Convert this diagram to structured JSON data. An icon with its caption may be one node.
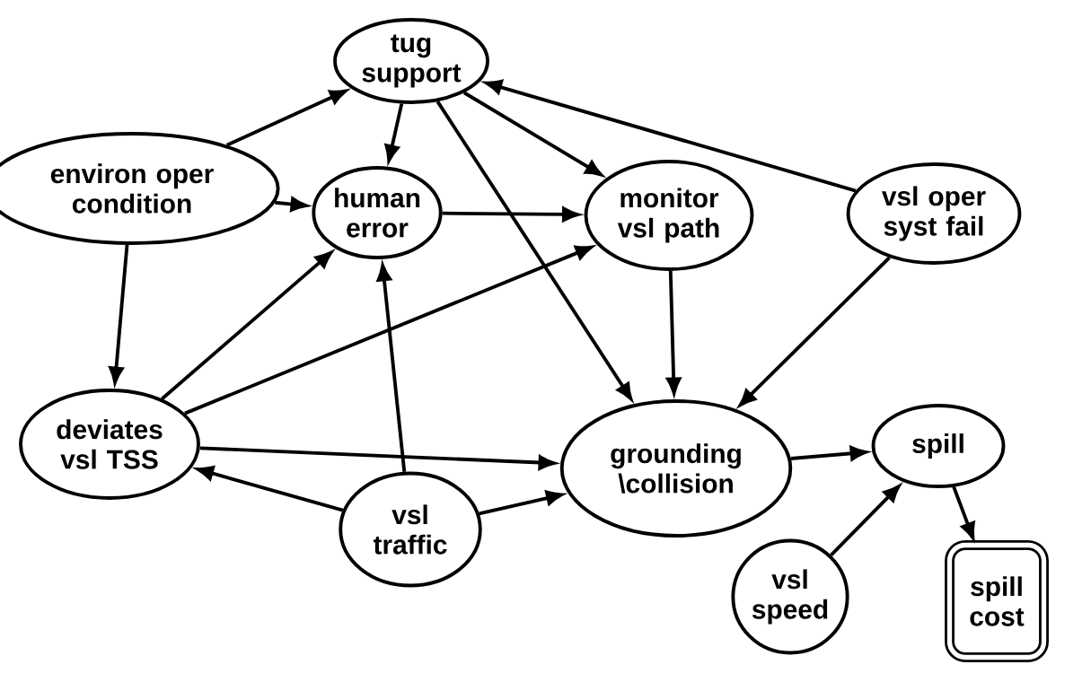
{
  "diagram": {
    "nodes": [
      {
        "text": [
          "tug support"
        ]
      },
      {
        "text": [
          "environ oper condition"
        ]
      },
      {
        "text": [
          "human error"
        ]
      },
      {
        "text": [
          "monitor vsl path"
        ]
      },
      {
        "text": [
          "vsl oper syst fail"
        ]
      },
      {
        "text": [
          "deviates vsl TSS"
        ]
      },
      {
        "text": [
          "grounding \\collision"
        ]
      },
      {
        "text": [
          "spill"
        ]
      },
      {
        "text": [
          "vsl traffic"
        ]
      },
      {
        "text": [
          "vsl speed"
        ]
      },
      {
        "text": [
          "spill cost"
        ]
      }
    ],
    "edges": [
      {
        "from": 1,
        "to": 0,
        "arrow": "to"
      },
      {
        "from": 0,
        "to": 2,
        "arrow": "to"
      },
      {
        "from": 0,
        "to": 3,
        "arrow": "to"
      },
      {
        "from": 0,
        "to": 6,
        "arrow": "to"
      },
      {
        "from": 4,
        "to": 0,
        "arrow": "to"
      },
      {
        "from": 1,
        "to": 2,
        "arrow": "to"
      },
      {
        "from": 2,
        "to": 3,
        "arrow": "to"
      },
      {
        "from": 1,
        "to": 5,
        "arrow": "to"
      },
      {
        "from": 5,
        "to": 2,
        "arrow": "to"
      },
      {
        "from": 5,
        "to": 3,
        "arrow": "to"
      },
      {
        "from": 3,
        "to": 6,
        "arrow": "to"
      },
      {
        "from": 4,
        "to": 6,
        "arrow": "to"
      },
      {
        "from": 5,
        "to": 6,
        "arrow": "to"
      },
      {
        "from": 8,
        "to": 5,
        "arrow": "to"
      },
      {
        "from": 8,
        "to": 2,
        "arrow": "to"
      },
      {
        "from": 8,
        "to": 6,
        "arrow": "to"
      },
      {
        "from": 6,
        "to": 7,
        "arrow": "to"
      },
      {
        "from": 9,
        "to": 7,
        "arrow": "to"
      },
      {
        "from": 7,
        "to": 10,
        "arrow": "to"
      }
    ]
  }
}
